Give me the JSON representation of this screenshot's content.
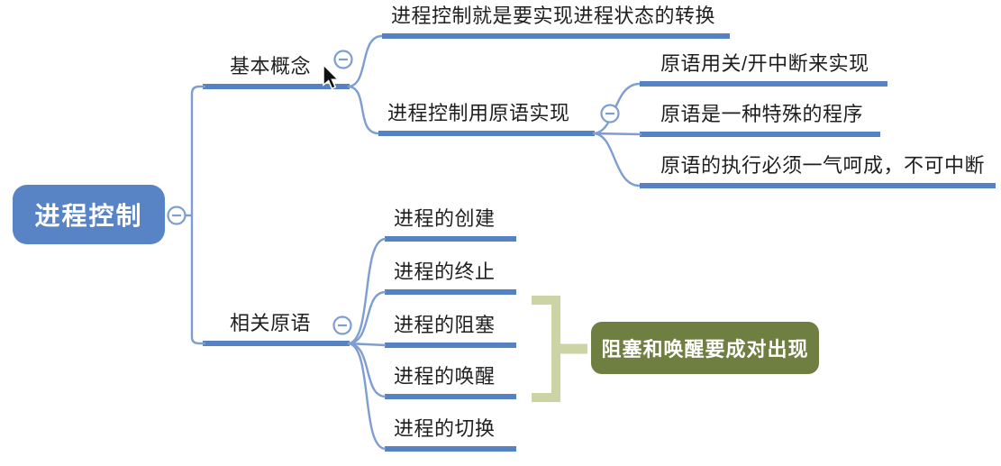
{
  "mindmap": {
    "root": "进程控制",
    "branches": [
      {
        "label": "基本概念",
        "children": [
          {
            "label": "进程控制就是要实现进程状态的转换"
          },
          {
            "label": "进程控制用原语实现",
            "children": [
              {
                "label": "原语用关/开中断来实现"
              },
              {
                "label": "原语是一种特殊的程序"
              },
              {
                "label": "原语的执行必须一气呵成，不可中断"
              }
            ]
          }
        ]
      },
      {
        "label": "相关原语",
        "children": [
          {
            "label": "进程的创建"
          },
          {
            "label": "进程的终止"
          },
          {
            "label": "进程的阻塞"
          },
          {
            "label": "进程的唤醒"
          },
          {
            "label": "进程的切换"
          }
        ]
      }
    ],
    "summary": {
      "label": "阻塞和唤醒要成对出现"
    }
  },
  "icons": {
    "collapse": "minus-circle",
    "cursor": "arrow-pointer"
  },
  "colors": {
    "root_fill": "#5884c6",
    "topic_underline": "#5681c3",
    "connector_line": "#7e9dd0",
    "summary_bracket": "#ccd3a4",
    "callout_fill": "#6f7e41",
    "topic_text": "#1f1f1f"
  }
}
